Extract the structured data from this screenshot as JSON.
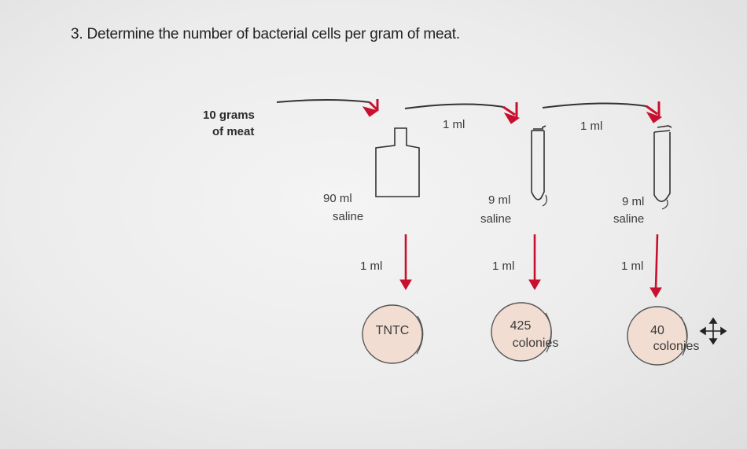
{
  "question": "3. Determine the number of bacterial cells per gram of meat.",
  "sample": {
    "line1": "10 grams",
    "line2": "of meat"
  },
  "transfers": [
    "1 ml",
    "1 ml"
  ],
  "dilution_blanks": [
    {
      "volume": "90 ml",
      "medium": "saline"
    },
    {
      "volume": "9 ml",
      "medium": "saline"
    },
    {
      "volume": "9 ml",
      "medium": "saline"
    }
  ],
  "plated_volumes": [
    "1 ml",
    "1 ml",
    "1 ml"
  ],
  "plates": [
    {
      "count": "TNTC",
      "unit": ""
    },
    {
      "count": "425",
      "unit": "colonies"
    },
    {
      "count": "40",
      "unit": "colonies"
    }
  ],
  "colors": {
    "arrow": "#c8102e",
    "line": "#333333",
    "plate_fill": "#f1ddd2"
  }
}
